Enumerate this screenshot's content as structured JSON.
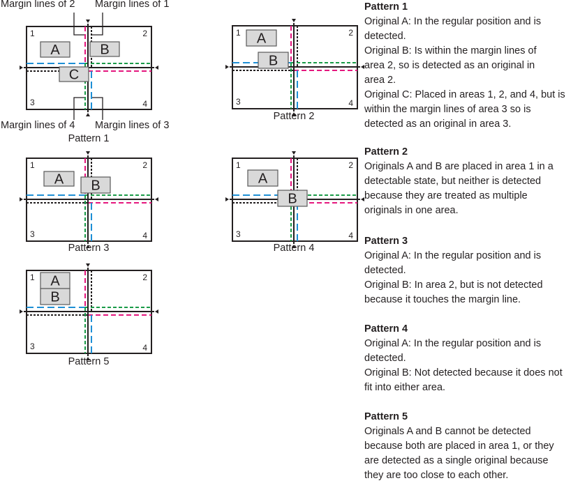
{
  "colors": {
    "frame": "#231f20",
    "area1": "#231f20",
    "area2": "#e5177e",
    "area3": "#1a9b48",
    "area4": "#1e8fd5",
    "box_fill": "#d9d9d9",
    "box_stroke": "#595959"
  },
  "callouts": {
    "top_left": "Margin lines of 2",
    "top_right": "Margin lines of 1",
    "bottom_left": "Margin lines of 4",
    "bottom_right": "Margin lines of 3"
  },
  "area_numbers": [
    "1",
    "2",
    "3",
    "4"
  ],
  "diagrams": [
    {
      "caption": "Pattern 1",
      "boxes": [
        "A",
        "B",
        "C"
      ]
    },
    {
      "caption": "Pattern 2",
      "boxes": [
        "A",
        "B"
      ]
    },
    {
      "caption": "Pattern 3",
      "boxes": [
        "A",
        "B"
      ]
    },
    {
      "caption": "Pattern 4",
      "boxes": [
        "A",
        "B"
      ]
    },
    {
      "caption": "Pattern 5",
      "boxes": [
        "A",
        "B"
      ]
    }
  ],
  "descriptions": [
    {
      "heading": "Pattern 1",
      "lines": [
        "Original A: In the regular position and is",
        "detected.",
        "Original B: Is within the margin lines of",
        "area 2, so is detected as an original in",
        "area 2.",
        "Original C: Placed in areas 1, 2, and 4, but is",
        "within the margin lines of area 3 so is",
        "detected as an original in area 3."
      ]
    },
    {
      "heading": "Pattern 2",
      "lines": [
        "Originals A and B are placed in area 1 in a",
        "detectable state, but neither is detected",
        "because they are treated as multiple",
        "originals in one area."
      ]
    },
    {
      "heading": "Pattern 3",
      "lines": [
        "Original A: In the regular position and is",
        "detected.",
        "Original B: In area 2, but is not detected",
        "because it touches the margin line."
      ]
    },
    {
      "heading": "Pattern 4",
      "lines": [
        "Original A: In the regular position and is",
        "detected.",
        "Original B: Not detected because it does not",
        "fit into either area."
      ]
    },
    {
      "heading": "Pattern 5",
      "lines": [
        "Originals A and B cannot be detected",
        "because both are placed in area 1, or they",
        "are detected as a single original because",
        "they are too close to each other."
      ]
    }
  ]
}
